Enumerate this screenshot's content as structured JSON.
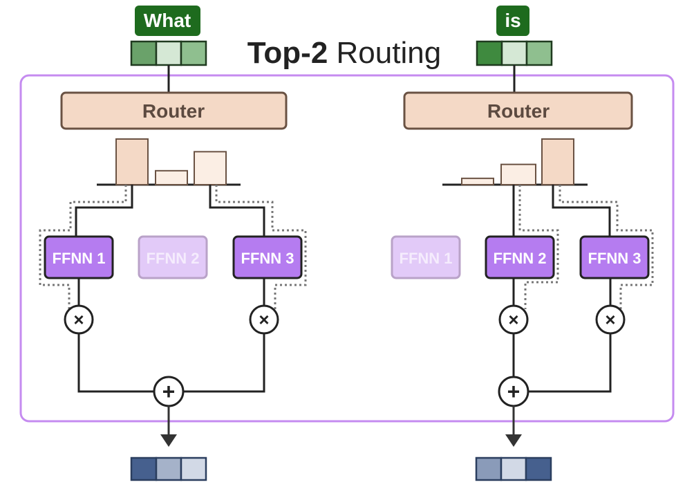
{
  "title": {
    "bold": "Top-2",
    "rest": " Routing"
  },
  "colors": {
    "token_tag": "#1e6b1e",
    "router_fill": "#f4d9c6",
    "expert_active": "#b57cf0",
    "expert_inactive": "#e2caf8",
    "panel_border": "#c58bf0",
    "output_dark": "#46608e",
    "output_mid": "#a5b2c9",
    "output_light": "#d2d9e6"
  },
  "examples": [
    {
      "token": "What",
      "router_label": "Router",
      "router_probs": [
        0.72,
        0.22,
        0.52
      ],
      "experts": [
        {
          "label": "FFNN 1",
          "active": true
        },
        {
          "label": "FFNN 2",
          "active": false
        },
        {
          "label": "FFNN 3",
          "active": true
        }
      ],
      "multiply_symbol": "×",
      "add_symbol": "+"
    },
    {
      "token": "is",
      "router_label": "Router",
      "router_probs": [
        0.1,
        0.32,
        0.72
      ],
      "experts": [
        {
          "label": "FFNN 1",
          "active": false
        },
        {
          "label": "FFNN 2",
          "active": true
        },
        {
          "label": "FFNN 3",
          "active": true
        }
      ],
      "multiply_symbol": "×",
      "add_symbol": "+"
    }
  ]
}
